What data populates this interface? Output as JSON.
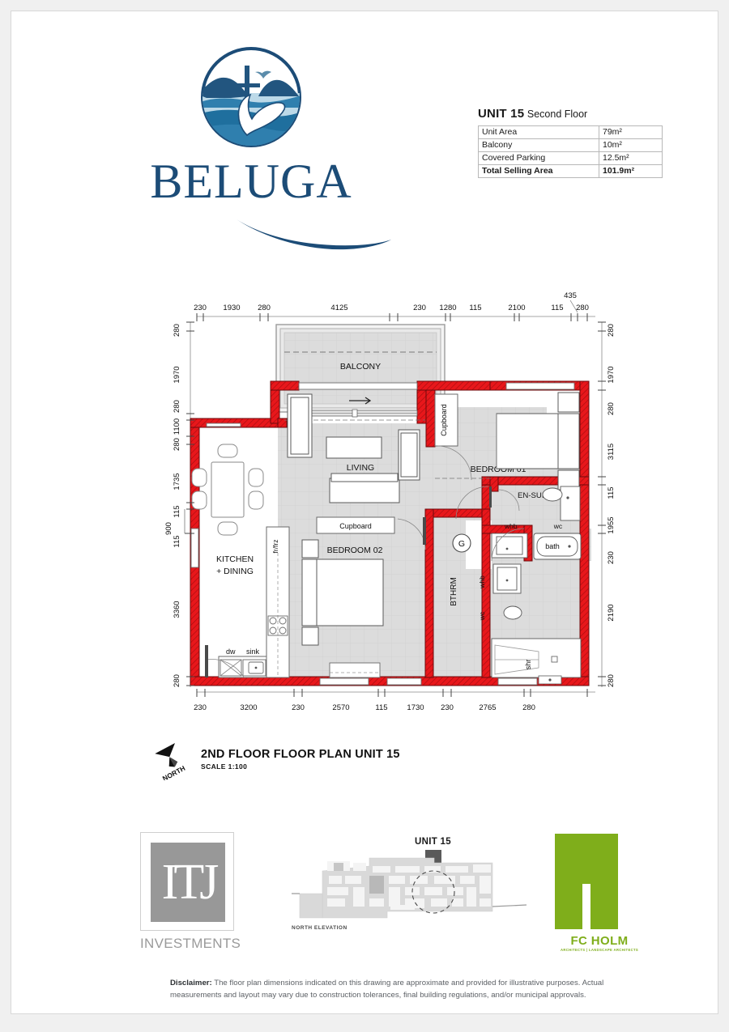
{
  "brand": {
    "name": "BELUGA",
    "logo_icon": "beluga-whale-tail-emblem-icon",
    "colors": {
      "navy": "#1c4c77",
      "mid_blue": "#2f7fae",
      "light_blue": "#bcd9e8"
    }
  },
  "unit_info": {
    "unit_label": "UNIT 15",
    "floor_label": "Second Floor",
    "rows": [
      {
        "label": "Unit Area",
        "value": "79m²"
      },
      {
        "label": "Balcony",
        "value": "10m²"
      },
      {
        "label": "Covered Parking",
        "value": "12.5m²"
      },
      {
        "label": "Total Selling Area",
        "value": "101.9m²"
      }
    ]
  },
  "floor_plan": {
    "wall_color": "#e8171b",
    "floor_color": "#dcdcdc",
    "rooms": [
      {
        "name": "BALCONY"
      },
      {
        "name": "LIVING"
      },
      {
        "name": "KITCHEN + DINING"
      },
      {
        "name": "BEDROOM 01"
      },
      {
        "name": "BEDROOM 02"
      },
      {
        "name": "EN-SUITE"
      },
      {
        "name": "BTHRM"
      }
    ],
    "labels": {
      "balcony": "BALCONY",
      "living": "LIVING",
      "kitchen": "KITCHEN",
      "dining": "+ DINING",
      "bedroom01": "BEDROOM 01",
      "bedroom02": "BEDROOM 02",
      "ensuite": "EN-SUITE",
      "bthrm": "BTHRM",
      "cupboard_living": "Cupboard",
      "cupboard_bed02": "Cupboard",
      "fridge": "fr/frz",
      "dishwasher": "dw",
      "sink": "sink",
      "bath": "bath",
      "wc_ensuite": "wc",
      "whb_ensuite": "whb",
      "wc_bthrm": "wc",
      "whb_bthrm": "whb",
      "shower": "shr",
      "geyser": "G",
      "outlet_ensuite": "o"
    },
    "dimensions": {
      "top": [
        "230",
        "1930",
        "280",
        "4125",
        "230",
        "1280",
        "115",
        "2100",
        "115",
        "280"
      ],
      "top_overall": "435",
      "bottom": [
        "230",
        "3200",
        "230",
        "2570",
        "115",
        "1730",
        "230",
        "2765",
        "280"
      ],
      "left": [
        "280",
        "1970",
        "280",
        "1100",
        "280",
        "1735",
        "115",
        "115",
        "3360",
        "280"
      ],
      "left_offset": "900",
      "right": [
        "280",
        "1970",
        "280",
        "3115",
        "115",
        "1955",
        "230",
        "2190",
        "280"
      ]
    }
  },
  "title_block": {
    "title": "2ND FLOOR FLOOR PLAN UNIT 15",
    "scale": "SCALE 1:100",
    "north_label": "NORTH",
    "north_icon": "north-arrow-icon"
  },
  "footer": {
    "investments": {
      "monogram": "ITJ",
      "label": "INVESTMENTS",
      "logo_icon": "itj-investments-monogram-icon"
    },
    "elevation": {
      "unit_callout": "UNIT 15",
      "caption": "NORTH ELEVATION",
      "arrow_icon": "down-arrow-icon",
      "highlight_icon": "dashed-circle-icon"
    },
    "architect": {
      "name": "FC HOLM",
      "subtitle": "ARCHITECTS  |  LANDSCAPE ARCHITECTS",
      "logo_icon": "fc-holm-h-mark-icon",
      "color": "#7fae1b"
    }
  },
  "disclaimer": {
    "heading": "Disclaimer:",
    "body": "The floor plan dimensions indicated on this drawing are approximate and provided for illustrative purposes. Actual measurements and layout may vary due to construction tolerances, final building regulations, and/or municipal approvals."
  }
}
